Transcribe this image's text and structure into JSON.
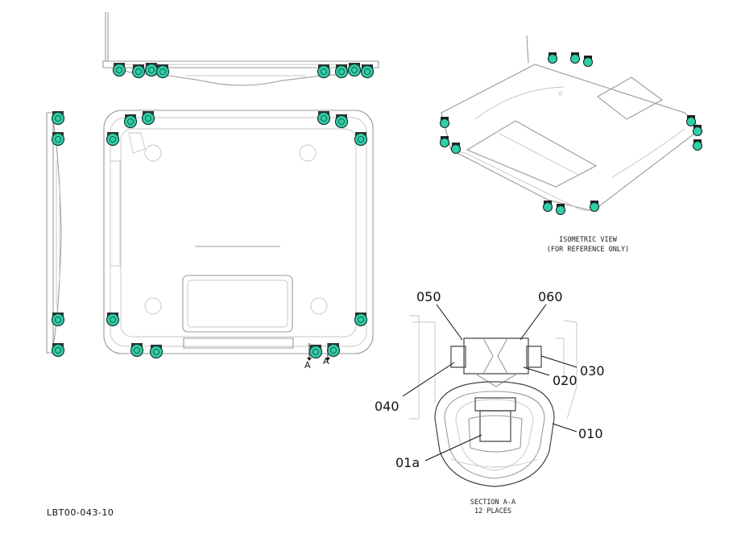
{
  "drawing_number": "LBT00-043-10",
  "isometric_caption": {
    "line1": "ISOMETRIC VIEW",
    "line2": "(FOR REFERENCE ONLY)"
  },
  "section_caption": {
    "line1": "SECTION A-A",
    "line2": "12 PLACES"
  },
  "section_markers": [
    "A",
    "A"
  ],
  "callouts": {
    "c050": "050",
    "c060": "060",
    "c040": "040",
    "c020": "020",
    "c030": "030",
    "c010": "010",
    "c01a": "01a"
  },
  "colors": {
    "lamp_fill": "#2fcfa8",
    "lamp_outline": "#1a3a32",
    "line_gray": "#9a9a9a",
    "ink": "#111111"
  },
  "icons": [
    "lamp-icon"
  ]
}
